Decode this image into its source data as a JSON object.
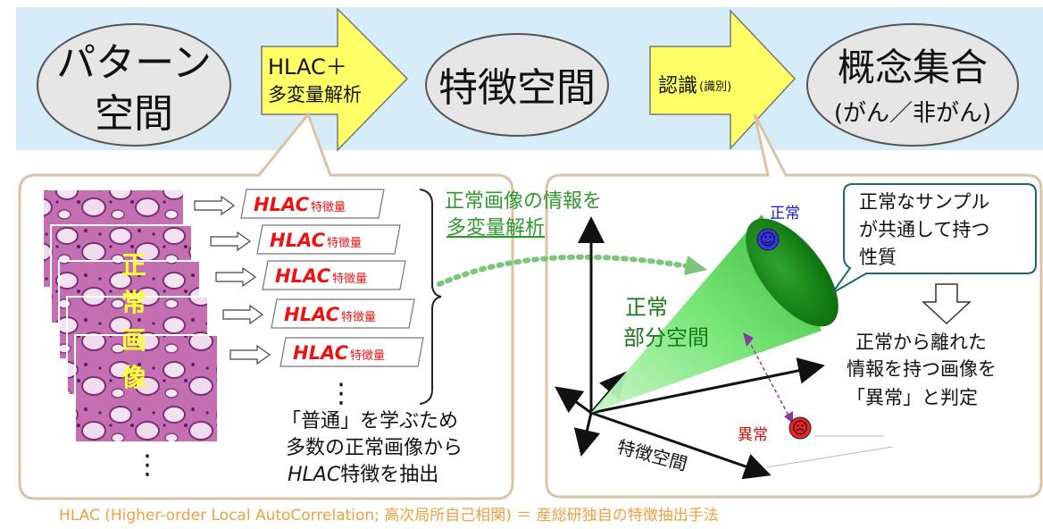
{
  "pipeline": {
    "pattern_space": [
      "パターン",
      "空間"
    ],
    "step1_label": [
      "HLAC＋",
      "多変量解析"
    ],
    "feature_space": "特徴空間",
    "step2_label": {
      "main": "認識",
      "sub": "(識別)"
    },
    "concept_set": [
      "概念集合",
      "(がん／非がん)"
    ]
  },
  "left_panel": {
    "vertical_label": [
      "正",
      "常",
      "画",
      "像"
    ],
    "feature_boxes": [
      {
        "main": "HLAC",
        "sub": "特徴量"
      },
      {
        "main": "HLAC",
        "sub": "特徴量"
      },
      {
        "main": "HLAC",
        "sub": "特徴量"
      },
      {
        "main": "HLAC",
        "sub": "特徴量"
      },
      {
        "main": "HLAC",
        "sub": "特徴量"
      }
    ],
    "vertical_dots": "⋮",
    "caption": [
      "「普通」を学ぶため",
      "多数の正常画像から",
      "HLAC特徴を抽出"
    ],
    "caption_italic_part": "HLAC",
    "caption_last_rest": "特徴を抽出"
  },
  "green_note": [
    "正常画像の情報を",
    "多変量解析"
  ],
  "right_panel": {
    "normal_label": "正常",
    "subspace_label": [
      "正常",
      "部分空間"
    ],
    "callout": [
      "正常なサンプル",
      "が共通して持つ",
      "性質"
    ],
    "conclusion": [
      "正常から離れた",
      "情報を持つ画像を",
      "「異常」と判定"
    ],
    "abnormal_label": "異常",
    "axis_label": "特徴空間",
    "normal_face": "☺",
    "abnormal_face": "☹"
  },
  "footer": "HLAC (Higher-order Local AutoCorrelation; 高次局所自己相関) ＝ 産総研独自の特徴抽出手法",
  "colors": {
    "banner": "#d6ecf8",
    "ellipse": "#e6e6e6",
    "arrow_yellow": "#ffff66",
    "panel_border": "#d9c3a9",
    "hlac_red": "#ee1111",
    "green_text": "#2e9a2e",
    "footer_text": "#f0a040",
    "vertical_label_yellow": "#ffff33",
    "cone_green": "#3dd63d"
  }
}
